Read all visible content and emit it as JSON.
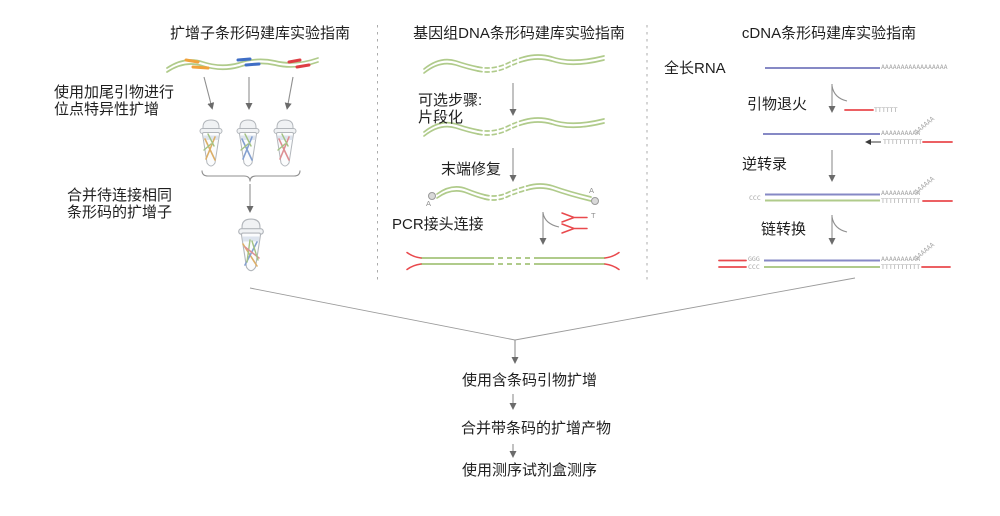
{
  "figure": {
    "columns": {
      "amplicon": {
        "title": "扩增子条形码建库实验指南",
        "step1": [
          "使用加尾引物进行",
          "位点特异性扩增"
        ],
        "step2": [
          "合并待连接相同",
          "条形码的扩增子"
        ]
      },
      "genomic": {
        "title": "基因组DNA条形码建库实验指南",
        "step1": [
          "可选步骤:",
          "片段化"
        ],
        "step2": "末端修复",
        "step3": "PCR接头连接",
        "a_overhang": "A",
        "t_overhang": "T"
      },
      "cdna": {
        "title": "cDNA条形码建库实验指南",
        "input": "全长RNA",
        "step1": "引物退火",
        "step2": "逆转录",
        "step3": "链转换",
        "seq": {
          "polya_long": "AAAAAAAAAAAAAAAAA",
          "polyt_primer": "TTTTTT",
          "polya": "AAAAAAAAAA",
          "polya_tail": "AAAAAA",
          "polyt": "TTTTTTTTTT",
          "ccc": "CCC",
          "ggg": "GGG"
        }
      }
    },
    "footer": [
      "使用含条码引物扩增",
      "合并带条码的扩增产物",
      "使用测序试剂盒测序"
    ],
    "palette": {
      "dna_green": "#b0cb8b",
      "rna_blue": "#8689c5",
      "adapter_red": "#e9494d",
      "barcode_orange": "#f0a33c",
      "barcode_blue": "#3f6ec6",
      "barcode_red": "#de3d43",
      "sequence_gray": "#a6a6a6",
      "arrow_gray": "#8f8f8f"
    }
  }
}
